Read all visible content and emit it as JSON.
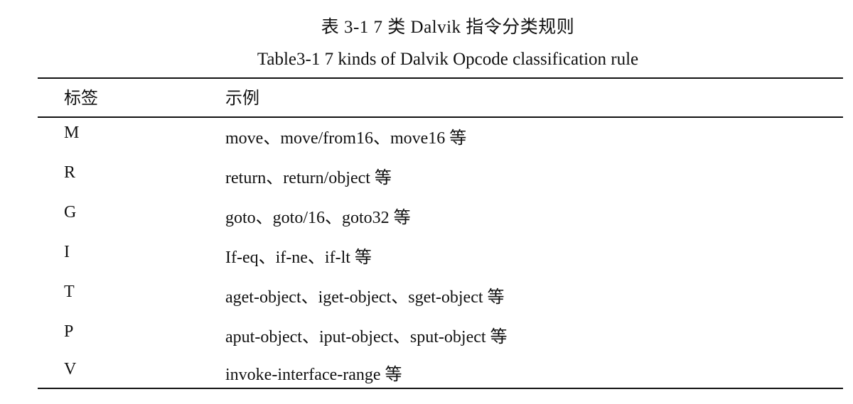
{
  "caption": {
    "cn": "表 3-1 7 类 Dalvik 指令分类规则",
    "en": "Table3-1 7 kinds of Dalvik Opcode classification rule"
  },
  "table": {
    "headers": {
      "label": "标签",
      "example": "示例"
    },
    "rows": [
      {
        "label": "M",
        "example": "move、move/from16、move16 等"
      },
      {
        "label": "R",
        "example": "return、return/object 等"
      },
      {
        "label": "G",
        "example": "goto、goto/16、goto32 等"
      },
      {
        "label": "I",
        "example": "If-eq、if-ne、if-lt 等"
      },
      {
        "label": "T",
        "example": "aget-object、iget-object、sget-object 等"
      },
      {
        "label": "P",
        "example": "aput-object、iput-object、sput-object 等"
      },
      {
        "label": "V",
        "example": "invoke-interface-range 等"
      }
    ]
  }
}
